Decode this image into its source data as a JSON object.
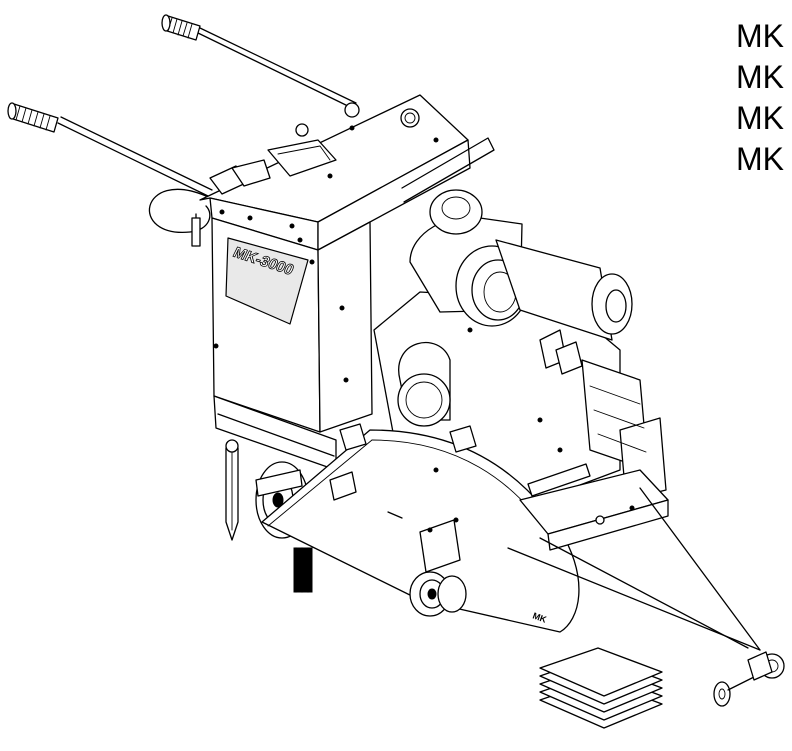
{
  "model_labels": [
    "MK",
    "MK",
    "MK",
    "MK"
  ],
  "machine_badge": "MK-3000",
  "logo_mark": "MK",
  "colors": {
    "background": "#ffffff",
    "line": "#000000"
  },
  "icons": [
    "floor-saw-illustration",
    "cutting-pads-stack-icon"
  ]
}
